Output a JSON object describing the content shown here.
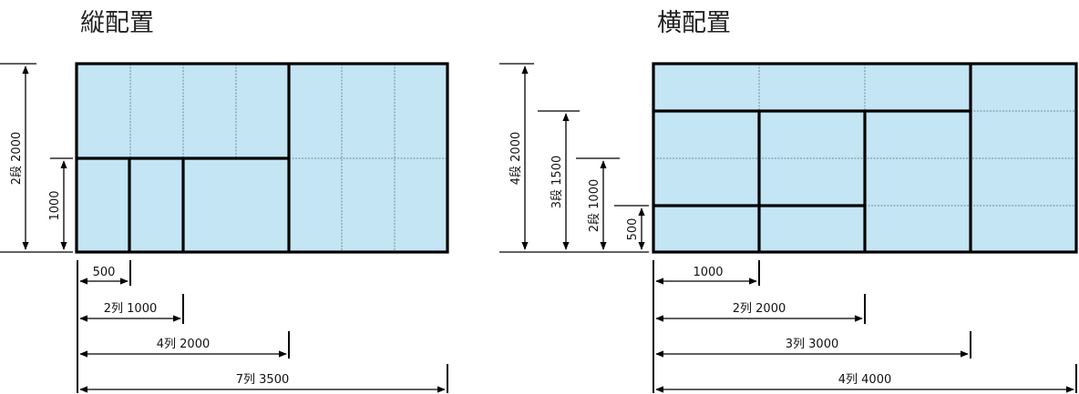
{
  "vertical_layout": {
    "title": "縦配置",
    "height_labels": [
      "2段 2000",
      "1000"
    ],
    "width_labels": [
      "500",
      "2列 1000",
      "4列 2000",
      "7列 3500"
    ]
  },
  "horizontal_layout": {
    "title": "横配置",
    "height_labels": [
      "4段 2000",
      "3段 1500",
      "2段 1000",
      "500"
    ],
    "width_labels": [
      "1000",
      "2列 2000",
      "3列 3000",
      "4列 4000"
    ]
  }
}
